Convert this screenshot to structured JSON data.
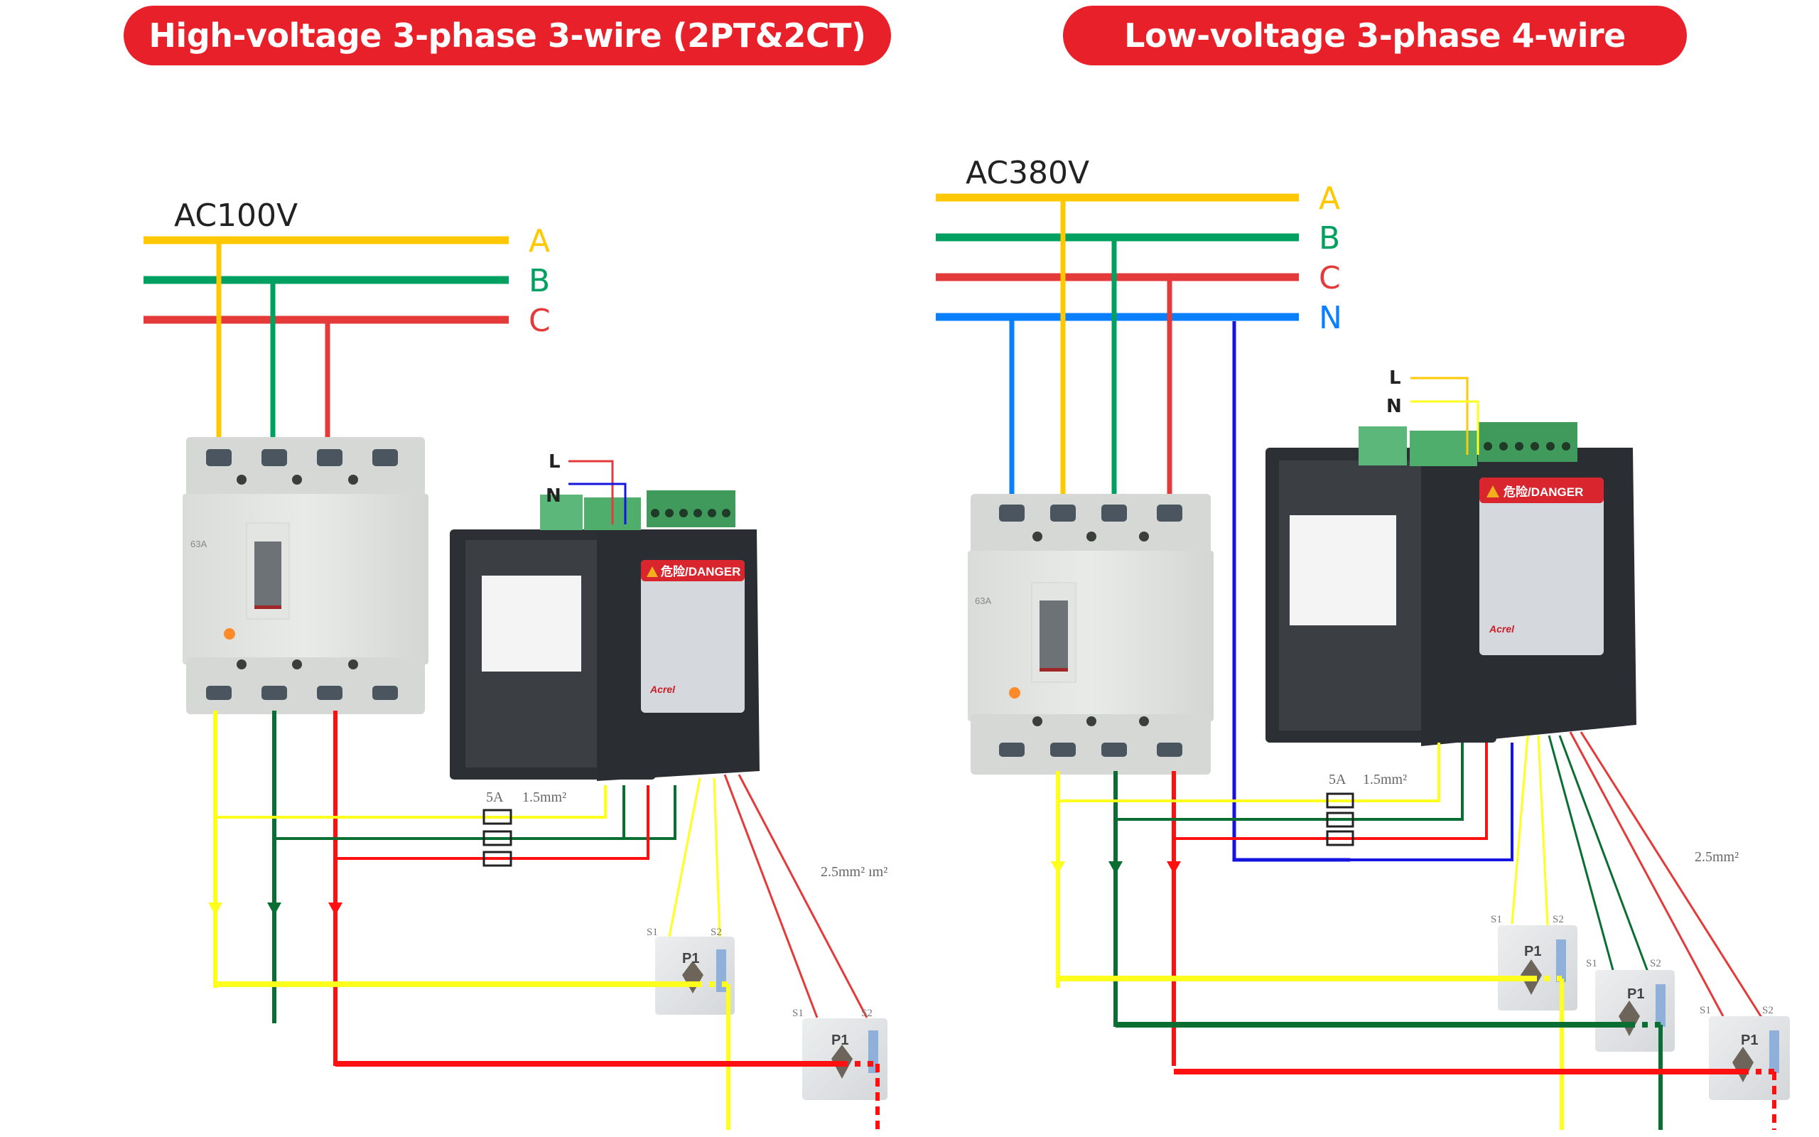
{
  "titles": {
    "left": "High-voltage 3-phase 3-wire (2PT&2CT)",
    "right": "Low-voltage 3-phase 4-wire"
  },
  "colors": {
    "title_bg": "#e8202a",
    "phase_a": "#ffc800",
    "phase_b": "#00a060",
    "phase_c": "#e53a3a",
    "neutral": "#0a80ff",
    "wire_yellow": "#ffff1e",
    "wire_green": "#0a6e32",
    "wire_red": "#ff1010",
    "wire_blue": "#1414e0"
  },
  "left": {
    "voltage": "AC100V",
    "phases": [
      "A",
      "B",
      "C"
    ],
    "control_power": {
      "l": "L",
      "n": "N"
    },
    "fuse_spec": "5A",
    "voltage_wire_spec": "1.5mm²",
    "current_wire_spec": "2.5mm²  ım²",
    "breaker_rating": "63A",
    "meter": {
      "danger_label": "危险/DANGER",
      "brand": "Acrel"
    },
    "cts": [
      {
        "s1": "S1",
        "s2": "S2",
        "p1": "P1"
      },
      {
        "s1": "S1",
        "s2": "S2",
        "p1": "P1"
      }
    ]
  },
  "right": {
    "voltage": "AC380V",
    "phases": [
      "A",
      "B",
      "C",
      "N"
    ],
    "control_power": {
      "l": "L",
      "n": "N"
    },
    "fuse_spec": "5A",
    "voltage_wire_spec": "1.5mm²",
    "current_wire_spec": "2.5mm²",
    "breaker_rating": "63A",
    "meter": {
      "danger_label": "危险/DANGER",
      "brand": "Acrel"
    },
    "cts": [
      {
        "s1": "S1",
        "s2": "S2",
        "p1": "P1"
      },
      {
        "s1": "S1",
        "s2": "S2",
        "p1": "P1"
      },
      {
        "s1": "S1",
        "s2": "S2",
        "p1": "P1"
      }
    ]
  }
}
